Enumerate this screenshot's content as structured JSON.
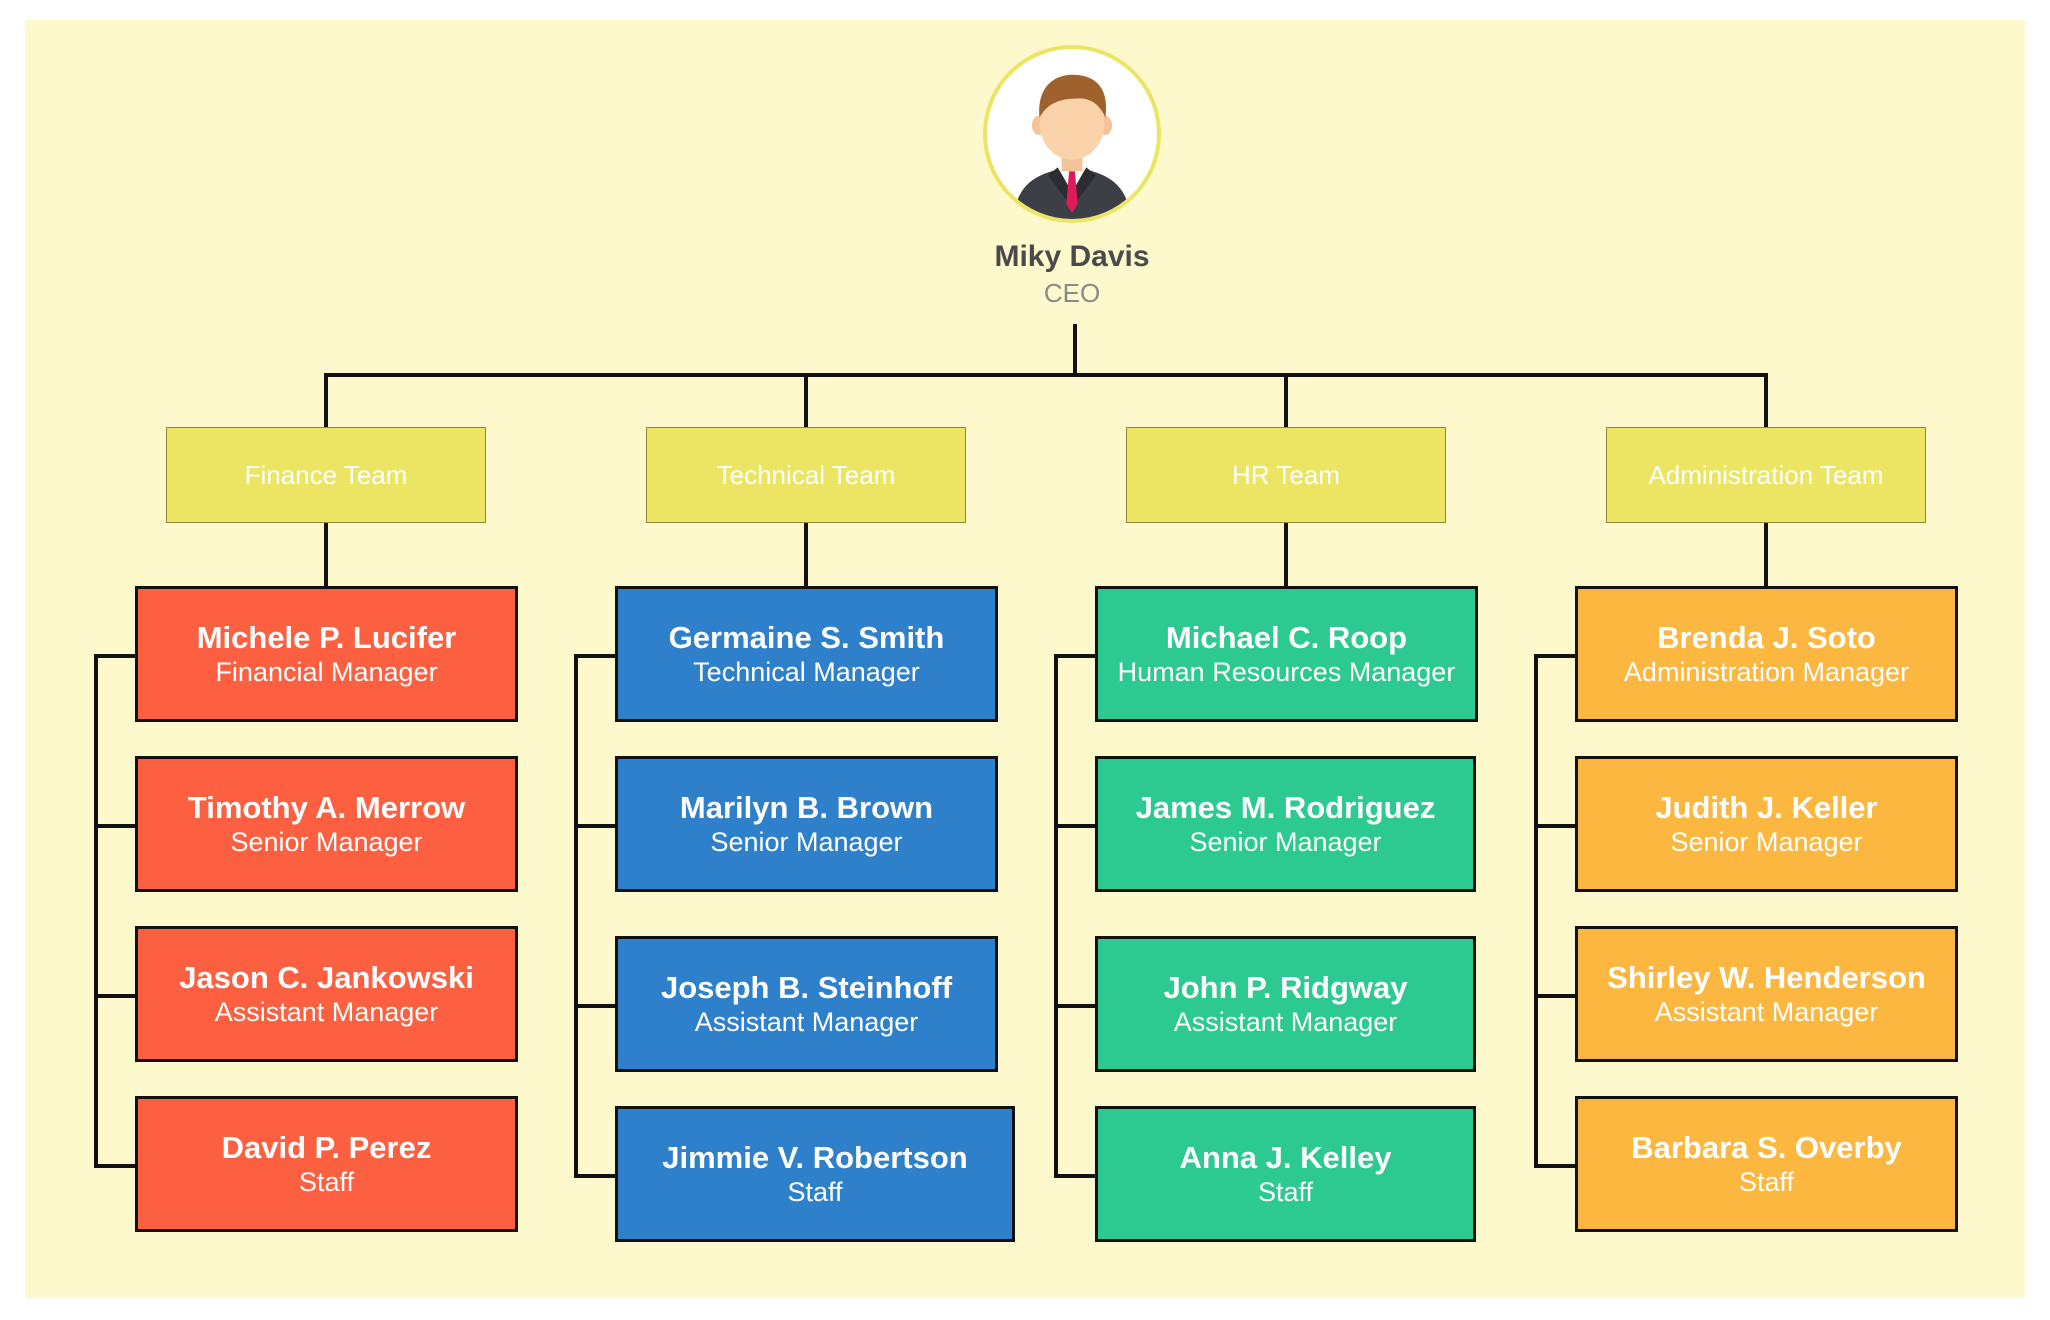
{
  "colors": {
    "background": "#fdf9cc",
    "team_box": "#ece564",
    "connector": "#111111",
    "finance": "#fc6041",
    "technical": "#2e80ca",
    "hr": "#2cc990",
    "administration": "#fbb740"
  },
  "ceo": {
    "name": "Miky Davis",
    "title": "CEO",
    "avatar_icon": "businessman-avatar-icon"
  },
  "teams": [
    {
      "label": "Finance Team",
      "color": "#fc6041",
      "members": [
        {
          "name": "Michele P. Lucifer",
          "title": "Financial Manager"
        },
        {
          "name": "Timothy A. Merrow",
          "title": "Senior Manager"
        },
        {
          "name": "Jason C. Jankowski",
          "title": "Assistant Manager"
        },
        {
          "name": "David P. Perez",
          "title": "Staff"
        }
      ]
    },
    {
      "label": "Technical Team",
      "color": "#2e80ca",
      "members": [
        {
          "name": "Germaine S. Smith",
          "title": "Technical Manager"
        },
        {
          "name": "Marilyn B. Brown",
          "title": "Senior Manager"
        },
        {
          "name": "Joseph B. Steinhoff",
          "title": "Assistant Manager"
        },
        {
          "name": "Jimmie V. Robertson",
          "title": "Staff"
        }
      ]
    },
    {
      "label": "HR Team",
      "color": "#2cc990",
      "members": [
        {
          "name": "Michael C. Roop",
          "title": "Human Resources Manager"
        },
        {
          "name": "James M. Rodriguez",
          "title": "Senior Manager"
        },
        {
          "name": "John P. Ridgway",
          "title": "Assistant Manager"
        },
        {
          "name": "Anna J. Kelley",
          "title": "Staff"
        }
      ]
    },
    {
      "label": "Administration Team",
      "color": "#fbb740",
      "members": [
        {
          "name": "Brenda J. Soto",
          "title": "Administration Manager"
        },
        {
          "name": "Judith J. Keller",
          "title": "Senior Manager"
        },
        {
          "name": "Shirley W. Henderson",
          "title": "Assistant Manager"
        },
        {
          "name": "Barbara S. Overby",
          "title": "Staff"
        }
      ]
    }
  ]
}
